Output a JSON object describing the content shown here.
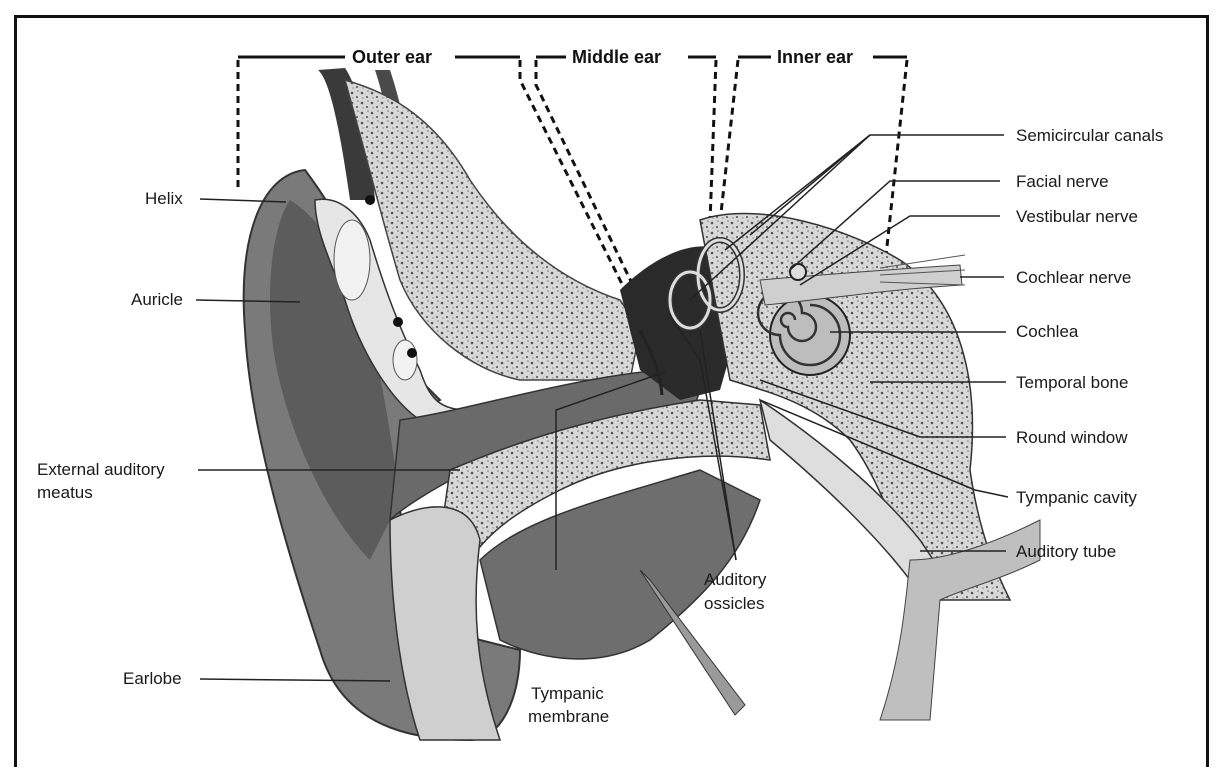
{
  "sections": {
    "outer": "Outer ear",
    "middle": "Middle ear",
    "inner": "Inner ear"
  },
  "labels": {
    "helix": "Helix",
    "auricle": "Auricle",
    "external_meatus_1": "External auditory",
    "external_meatus_2": "meatus",
    "earlobe": "Earlobe",
    "tympanic_membrane_1": "Tympanic",
    "tympanic_membrane_2": "membrane",
    "ossicles_1": "Auditory",
    "ossicles_2": "ossicles",
    "semicircular": "Semicircular canals",
    "facial": "Facial nerve",
    "vestibular": "Vestibular nerve",
    "cochlear_nerve": "Cochlear nerve",
    "cochlea": "Cochlea",
    "temporal": "Temporal bone",
    "round_window": "Round window",
    "tympanic_cavity": "Tympanic cavity",
    "auditory_tube": "Auditory tube"
  }
}
